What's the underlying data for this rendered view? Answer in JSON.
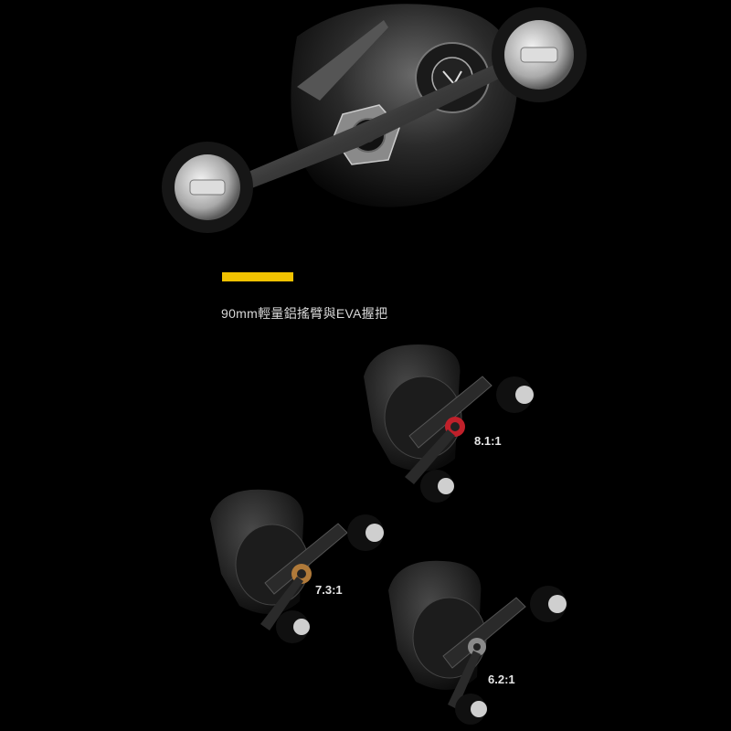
{
  "hero": {
    "subject": "reel-handle-closeup"
  },
  "feature": {
    "caption": "90mm輕量鋁搖臂與EVA握把"
  },
  "colors": {
    "accent": "#f2c200",
    "background": "#000000"
  },
  "reels": [
    {
      "ratio": "8.1:1",
      "drag_accent": "#c0202a"
    },
    {
      "ratio": "7.3:1",
      "drag_accent": "#b07a3a"
    },
    {
      "ratio": "6.2:1",
      "drag_accent": "#8a8a8a"
    }
  ]
}
